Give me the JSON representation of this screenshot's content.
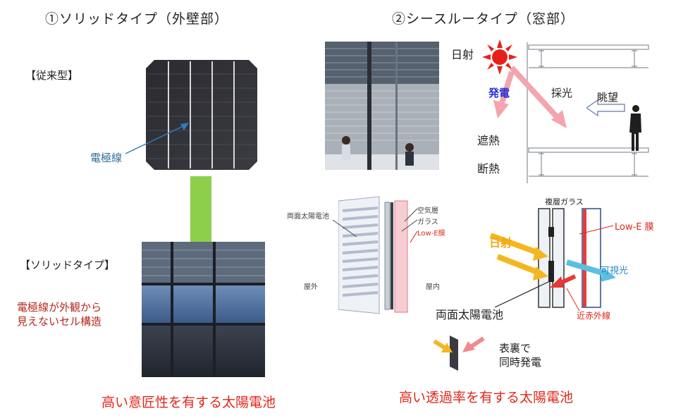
{
  "left": {
    "heading": "①ソリッドタイプ（外壁部）",
    "conventional_label": "【従来型】",
    "electrode_label": "電極線",
    "solid_label": "【ソリッドタイプ】",
    "description_line1": "電極線が外観から",
    "description_line2": "見えないセル構造",
    "footer": "高い意匠性を有する太陽電池"
  },
  "right": {
    "heading": "②シースルータイプ（窓部）",
    "sunlight_label": "日射",
    "power_label": "発電",
    "daylight_label": "採光",
    "view_label": "眺望",
    "heat_block_label": "遮熱",
    "insulation_label": "断熱",
    "bifacial_cell_label": "両面太陽電池",
    "air_layer_label": "空気層",
    "glass_label": "ガラス",
    "lowe_label_small": "Low-E膜",
    "outside_label": "屋外",
    "inside_label": "屋内",
    "double_glass_label": "複層ガラス",
    "lowe_label": "Low-E 膜",
    "sun_label2": "日射",
    "visible_light_label": "可視光",
    "near_ir_label": "近赤外線",
    "bifacial_cell_label2": "両面太陽電池",
    "both_sides_line1": "表裏で",
    "both_sides_line2": "同時発電",
    "footer": "高い透過率を有する太陽電池"
  },
  "colors": {
    "accent_red": "#e0261b",
    "green_arrow": "#8dcf4b",
    "sun_arrow": "#f4b71f",
    "pink_arrow": "#f3a5ad",
    "blue_arrow": "#5bbfe3",
    "electrode_blue": "#2f7cc0"
  }
}
